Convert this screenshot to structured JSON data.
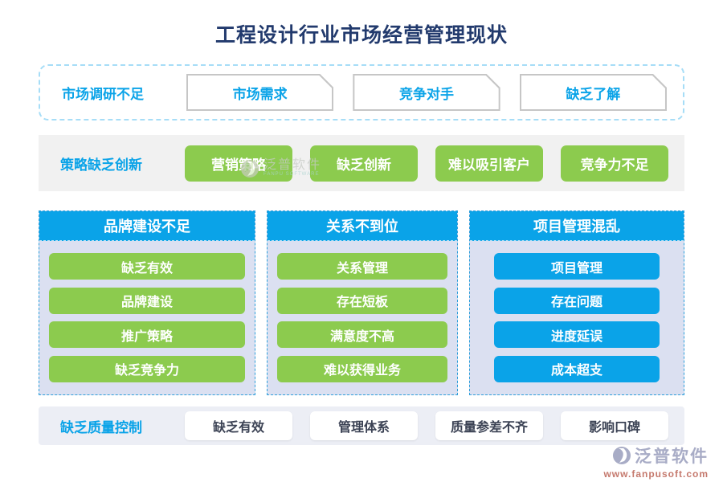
{
  "page": {
    "title": "工程设计行业市场经营管理现状"
  },
  "sections": {
    "market_research": {
      "label": "市场调研不足",
      "items": [
        "市场需求",
        "竞争对手",
        "缺乏了解"
      ]
    },
    "strategy": {
      "label": "策略缺乏创新",
      "items": [
        "营销策略",
        "缺乏创新",
        "难以吸引客户",
        "竞争力不足"
      ]
    },
    "columns": [
      {
        "header": "品牌建设不足",
        "items": [
          "缺乏有效",
          "品牌建设",
          "推广策略",
          "缺乏竞争力"
        ]
      },
      {
        "header": "关系不到位",
        "items": [
          "关系管理",
          "存在短板",
          "满意度不高",
          "难以获得业务"
        ]
      },
      {
        "header": "项目管理混乱",
        "items": [
          "项目管理",
          "存在问题",
          "进度延误",
          "成本超支"
        ]
      }
    ],
    "quality": {
      "label": "缺乏质量控制",
      "items": [
        "缺乏有效",
        "管理体系",
        "质量参差不齐",
        "影响口碑"
      ]
    }
  },
  "watermark": {
    "text": "泛普软件",
    "subtext": "FANPU SOFTWARE"
  },
  "footer": {
    "brand": "泛普软件",
    "url": "www.fanpusoft.com"
  },
  "colors": {
    "accent_blue": "#0AA3E8",
    "green": "#8CCB4E",
    "title_navy": "#223A6D",
    "panel_lavender": "#DBE0F1",
    "band_gray": "#F1F1F1",
    "band_lavender": "#ECEEF5",
    "dashed_border_blue": "#2E9FDB",
    "brand_gray": "#A8ACC6",
    "url_rose": "#C5796D"
  }
}
